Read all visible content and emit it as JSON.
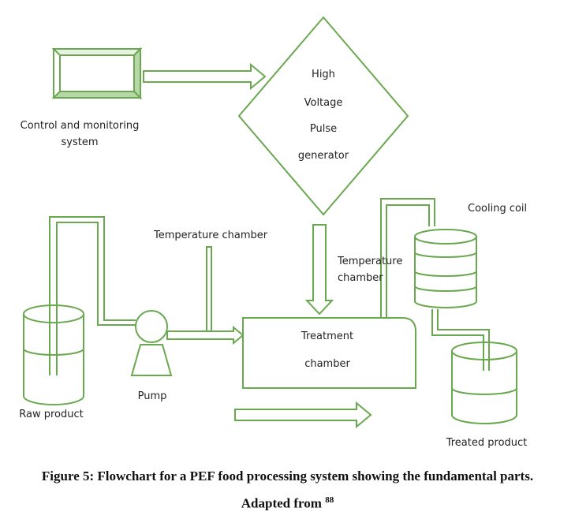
{
  "colors": {
    "stroke": "#6aa84f",
    "fill_dark": "#b7d7a8",
    "text": "#222222"
  },
  "labels": {
    "control": [
      "Control and monitoring",
      "system"
    ],
    "generator": [
      "High",
      "Voltage",
      "Pulse",
      "generator"
    ],
    "temp_chamber_1": "Temperature chamber",
    "temp_chamber_2": [
      "Temperature",
      "chamber"
    ],
    "cooling_coil": "Cooling coil",
    "treatment": [
      "Treatment",
      "chamber"
    ],
    "pump": "Pump",
    "raw_product": "Raw product",
    "treated_product": "Treated product"
  },
  "caption": {
    "line1": "Figure 5: Flowchart for a PEF food processing system showing the fundamental parts.",
    "line2": "Adapted from ",
    "ref": "88"
  }
}
